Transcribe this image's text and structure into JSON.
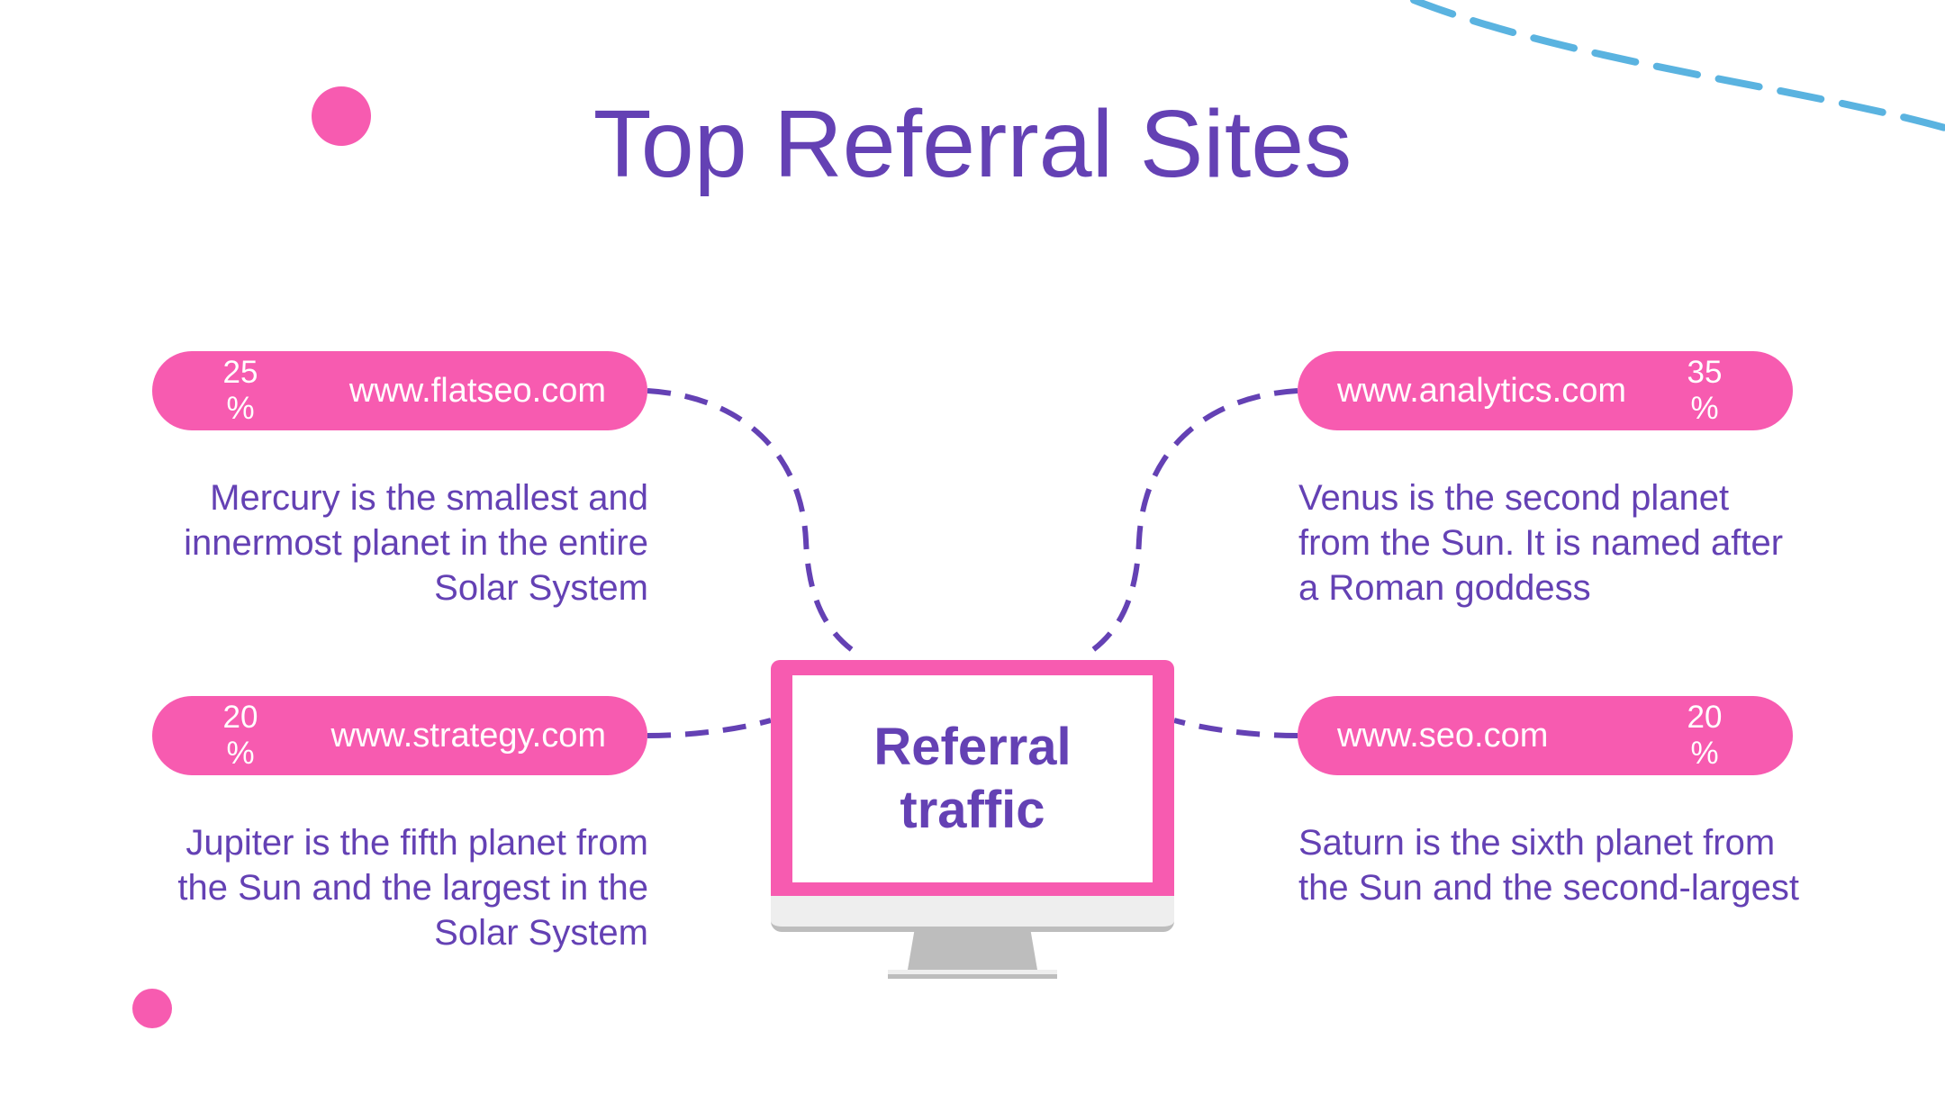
{
  "title": "Top Referral Sites",
  "colors": {
    "accent_purple": "#6441b4",
    "accent_pink": "#f75bb0",
    "accent_blue": "#5ab3e0",
    "monitor_gray": "#bdbdbd",
    "monitor_light": "#eeeeee"
  },
  "center": {
    "label": "Referral\ntraffic"
  },
  "sites": {
    "top_left": {
      "percent": "25\n%",
      "site": "www.flatseo.com",
      "description": "Mercury is the smallest and innermost planet in the entire Solar System"
    },
    "top_right": {
      "percent": "35\n%",
      "site": "www.analytics.com",
      "description": "Venus is the second planet from the Sun. It is named after a Roman goddess"
    },
    "bottom_left": {
      "percent": "20\n%",
      "site": "www.strategy.com",
      "description": "Jupiter is the fifth planet from the Sun and the largest in the Solar System"
    },
    "bottom_right": {
      "percent": "20\n%",
      "site": "www.seo.com",
      "description": "Saturn is the sixth planet from the Sun and the second-largest"
    }
  }
}
